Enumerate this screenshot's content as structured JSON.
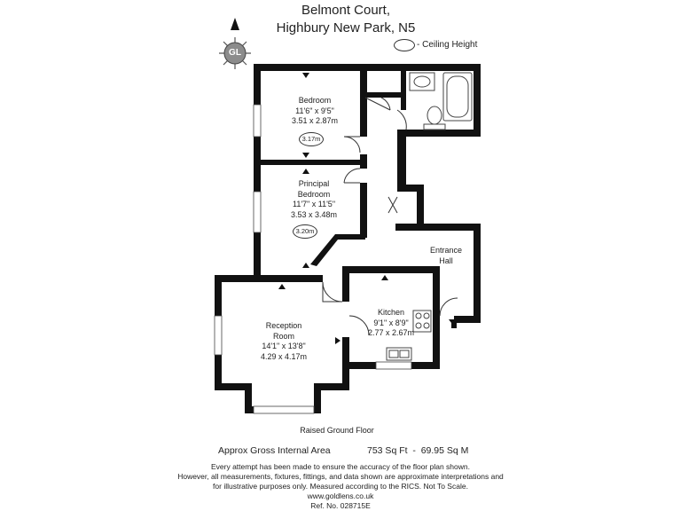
{
  "header": {
    "address_line1": "Belmont Court,",
    "address_line2": "Highbury New Park, N5",
    "legend_label": "- Ceiling Height",
    "compass_text": "GL"
  },
  "rooms": {
    "bedroom": {
      "name": "Bedroom",
      "imperial": "11'6\" x 9'5\"",
      "metric": "3.51 x 2.87m",
      "ceiling": "3.17m"
    },
    "principal_bedroom": {
      "name_line1": "Principal",
      "name_line2": "Bedroom",
      "imperial": "11'7\" x 11'5\"",
      "metric": "3.53 x 3.48m",
      "ceiling": "3.20m"
    },
    "entrance_hall": {
      "name_line1": "Entrance",
      "name_line2": "Hall"
    },
    "kitchen": {
      "name": "Kitchen",
      "imperial": "9'1\" x 8'9\"",
      "metric": "2.77 x 2.67m"
    },
    "reception": {
      "name_line1": "Reception",
      "name_line2": "Room",
      "imperial": "14'1\" x 13'8\"",
      "metric": "4.29 x 4.17m"
    }
  },
  "floor_label": "Raised Ground Floor",
  "area": {
    "label": "Approx Gross Internal Area",
    "value": "753 Sq Ft  -  69.95 Sq M"
  },
  "disclaimer": {
    "line1": "Every attempt has been made to ensure the accuracy of the floor plan shown.",
    "line2": "However, all measurements, fixtures, fittings, and data shown are approximate interpretations and",
    "line3": "for illustrative purposes only. Measured according to the RICS. Not To Scale.",
    "website": "www.goldlens.co.uk",
    "ref": "Ref. No. 028715E"
  }
}
